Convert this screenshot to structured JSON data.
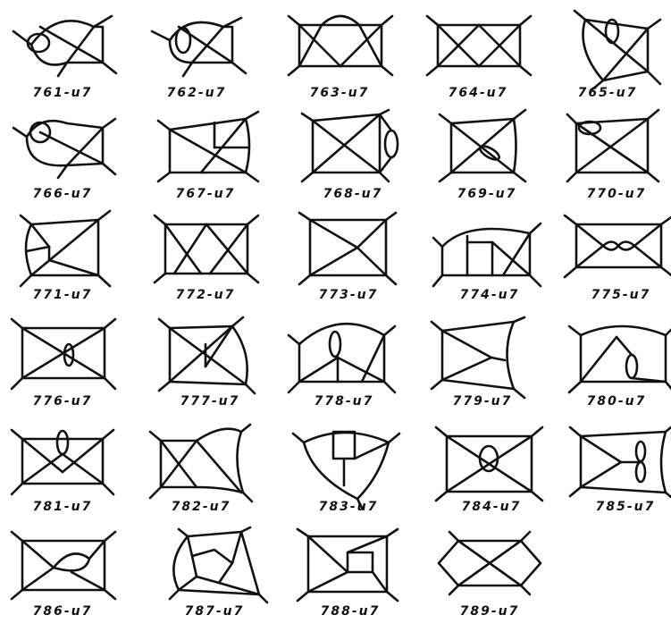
{
  "diagrams": [
    {
      "label": "761-u7"
    },
    {
      "label": "762-u7"
    },
    {
      "label": "763-u7"
    },
    {
      "label": "764-u7"
    },
    {
      "label": "765-u7"
    },
    {
      "label": "766-u7"
    },
    {
      "label": "767-u7"
    },
    {
      "label": "768-u7"
    },
    {
      "label": "769-u7"
    },
    {
      "label": "770-u7"
    },
    {
      "label": "771-u7"
    },
    {
      "label": "772-u7"
    },
    {
      "label": "773-u7"
    },
    {
      "label": "774-u7"
    },
    {
      "label": "775-u7"
    },
    {
      "label": "776-u7"
    },
    {
      "label": "777-u7"
    },
    {
      "label": "778-u7"
    },
    {
      "label": "779-u7"
    },
    {
      "label": "780-u7"
    },
    {
      "label": "781-u7"
    },
    {
      "label": "782-u7"
    },
    {
      "label": "783-u7"
    },
    {
      "label": "784-u7"
    },
    {
      "label": "785-u7"
    },
    {
      "label": "786-u7"
    },
    {
      "label": "787-u7"
    },
    {
      "label": "788-u7"
    },
    {
      "label": "789-u7"
    }
  ]
}
